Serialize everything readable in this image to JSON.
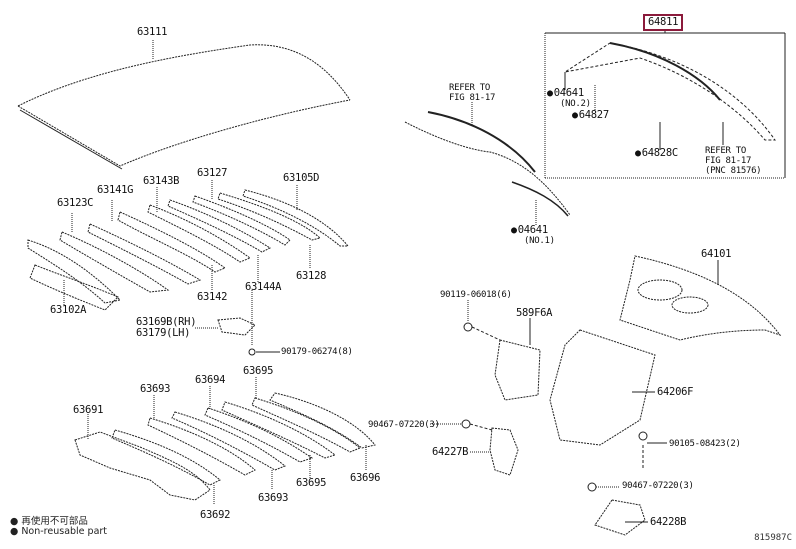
{
  "diagram": {
    "title_code": "815987C",
    "highlight_color": "#8b1a3b",
    "parts": {
      "roof_panel": "63111",
      "roof_bow_front": "63123C",
      "roof_bow_2": "63141G",
      "roof_bow_3": "63143B",
      "roof_bow_4": "63127",
      "roof_bow_5": "63105D",
      "roof_panel_reinf": "63102A",
      "roof_bow_6": "63142",
      "roof_bow_7": "63144A",
      "roof_bow_8": "63128",
      "bracket_rh": "63169B(RH)",
      "bracket_lh": "63179(LH)",
      "bracket_screw": "90179-06274(8)",
      "silencer_1": "63691",
      "silencer_2a": "63693",
      "silencer_3": "63694",
      "silencer_4a": "63695",
      "silencer_5": "63692",
      "silencer_2b": "63693",
      "silencer_4b": "63695",
      "silencer_6": "63696",
      "back_door_trim_highlighted": "64811",
      "clip_no2": "04641",
      "clip_no2_note": "(NO.2)",
      "clip_64827": "64827",
      "clip_64828c": "64828C",
      "refer_right_1": "REFER TO",
      "refer_right_2": "FIG 81-17",
      "refer_right_3": "(PNC 81576)",
      "refer_left_1": "REFER TO",
      "refer_left_2": "FIG 81-17",
      "clip_no1": "04641",
      "clip_no1_note": "(NO.1)",
      "package_tray": "64101",
      "bolt_90119": "90119-06018(6)",
      "panel_589f6a": "589F6A",
      "panel_64206f": "64206F",
      "nut_left": "90467-07220(3)",
      "bracket_64227b": "64227B",
      "bolt_90105": "90105-08423(2)",
      "nut_right": "90467-07220(3)",
      "bracket_64228b": "64228B"
    },
    "legend": {
      "line_jp": "再使用不可部品",
      "line_en": "Non-reusable part"
    }
  }
}
